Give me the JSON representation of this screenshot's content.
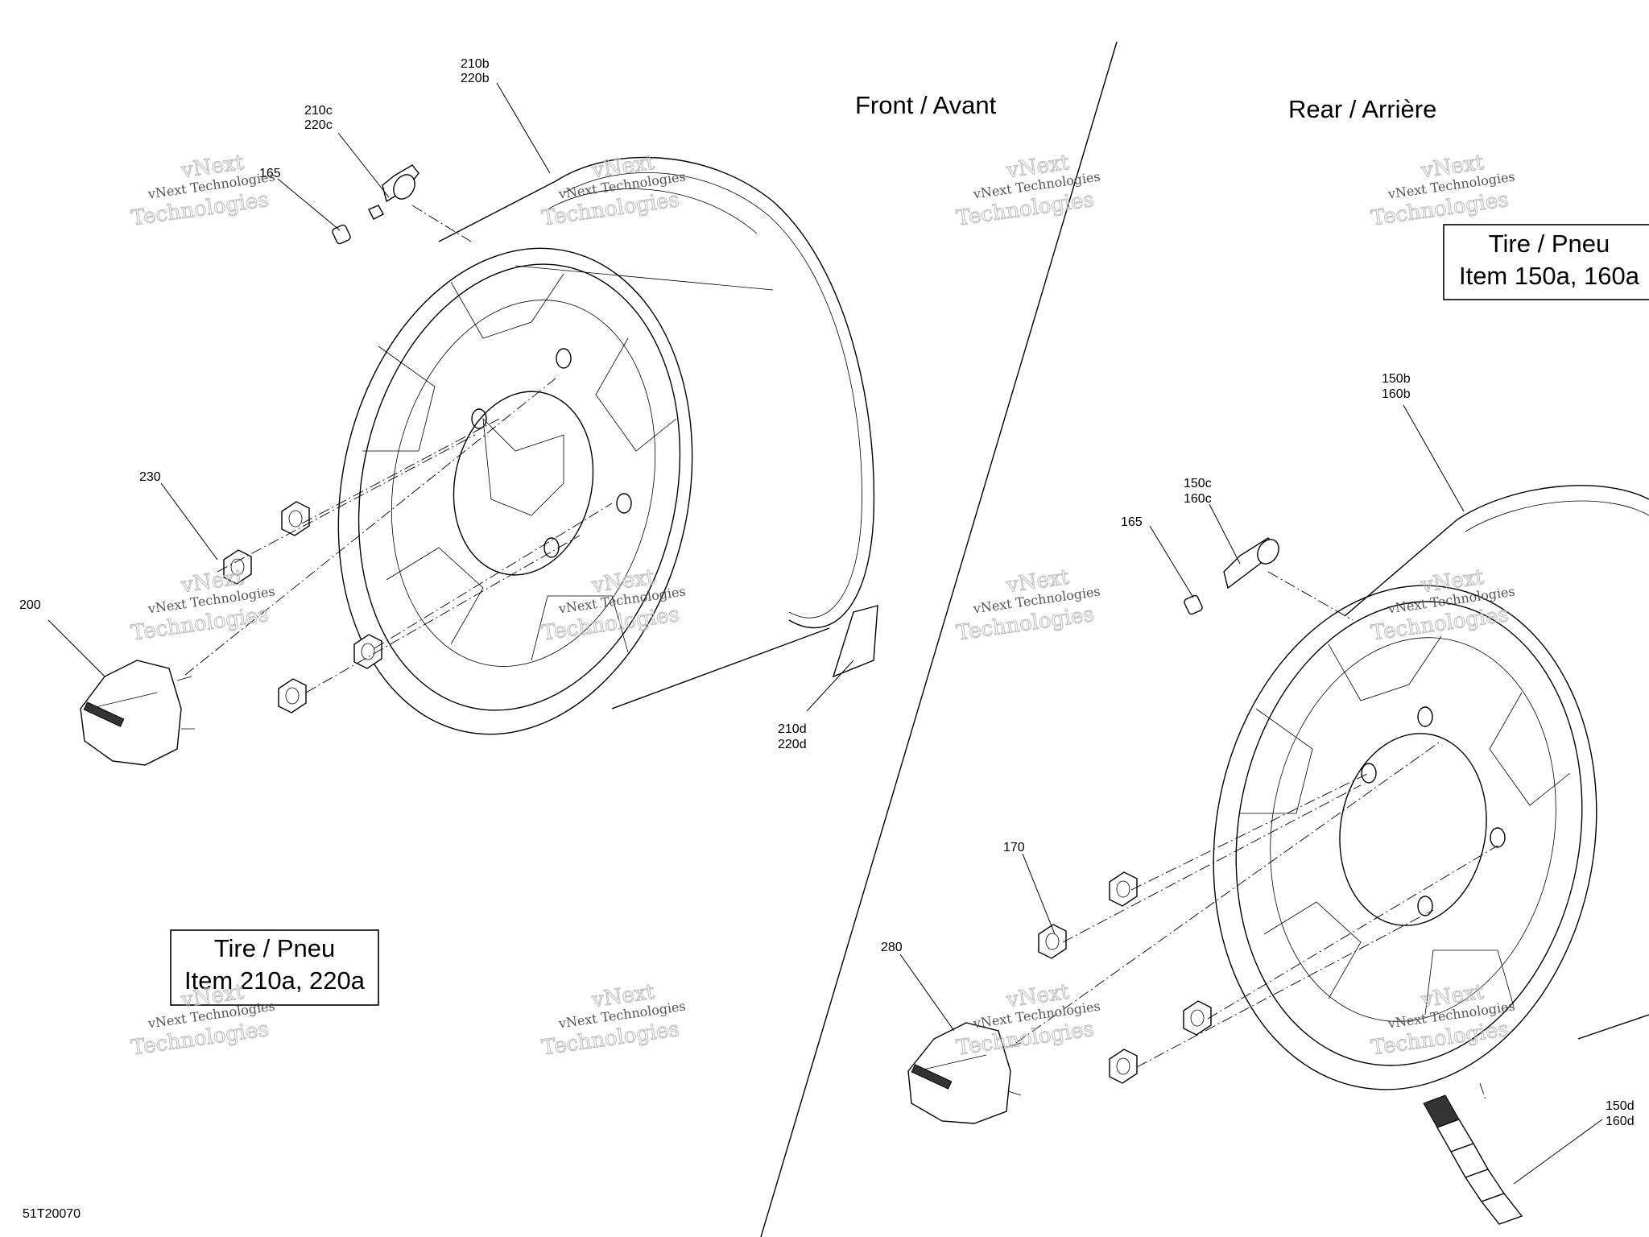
{
  "headings": {
    "front": "Front / Avant",
    "rear": "Rear / Arrière"
  },
  "boxes": {
    "front_tire": {
      "line1": "Tire / Pneu",
      "line2": "Item 210a, 220a"
    },
    "rear_tire": {
      "line1": "Tire / Pneu",
      "line2": "Item 150a, 160a"
    }
  },
  "callouts": {
    "front_rim": [
      "210b",
      "220b"
    ],
    "front_valve": [
      "210c",
      "220c"
    ],
    "front_valve_cap": "165",
    "front_nut": "230",
    "front_hub_cap": "200",
    "front_weight": [
      "210d",
      "220d"
    ],
    "rear_rim": [
      "150b",
      "160b"
    ],
    "rear_valve": [
      "150c",
      "160c"
    ],
    "rear_valve_cap": "165",
    "rear_nut": "170",
    "rear_hub_cap": "280",
    "rear_weight": [
      "150d",
      "160d"
    ]
  },
  "drawing_number": "51T20070",
  "watermark": {
    "line1": "vNext Technologies",
    "line2": "vNext",
    "line3": "Technologies"
  }
}
